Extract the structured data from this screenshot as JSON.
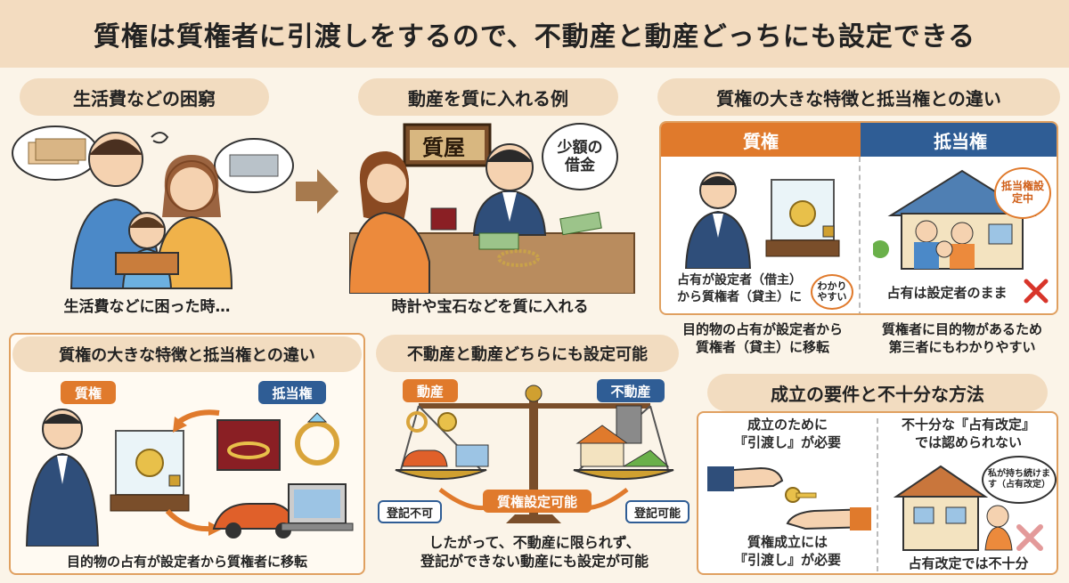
{
  "title": "質権は質権者に引渡しをするので、不動産と動産どっちにも設定できる",
  "panel1": {
    "heading": "生活費などの困窮",
    "caption": "生活費などに困った時…"
  },
  "panel2": {
    "heading": "動産を質に入れる例",
    "shop_sign": "質屋",
    "bubble": "少額の借金",
    "caption": "時計や宝石などを質に入れる"
  },
  "panel3": {
    "heading": "質権の大きな特徴と抵当権との違い",
    "left_header": "質権",
    "right_header": "抵当権",
    "left_note_1": "占有が設定者（借主）",
    "left_note_2": "から質権者（貸主）に",
    "easy_badge": "わかりやすい",
    "house_badge": "抵当権設定中",
    "right_note": "占有は設定者のまま",
    "bottom_left_1": "目的物の占有が設定者から",
    "bottom_left_2": "質権者（貸主）に移転",
    "bottom_right_1": "質権者に目的物があるため",
    "bottom_right_2": "第三者にもわかりやすい"
  },
  "panel4": {
    "heading": "質権の大きな特徴と抵当権との違い",
    "tag_left": "質権",
    "tag_right": "抵当権",
    "caption": "目的物の占有が設定者から質権者に移転"
  },
  "panel5": {
    "heading": "不動産と動産どちらにも設定可能",
    "tag_left": "動産",
    "tag_right": "不動産",
    "center_badge": "質権設定可能",
    "left_badge": "登記不可",
    "right_badge": "登記可能",
    "caption_1": "したがって、不動産に限られず、",
    "caption_2": "登記ができない動産にも設定が可能"
  },
  "panel6": {
    "heading": "成立の要件と不十分な方法",
    "left_top_1": "成立のために",
    "left_top_2": "『引渡し』が必要",
    "right_top_1": "不十分な『占有改定』",
    "right_top_2": "では認められない",
    "bubble": "私が持ち続けます（占有改定）",
    "left_bottom_1": "質権成立には",
    "left_bottom_2": "『引渡し』が必要",
    "right_bottom": "占有改定では不十分"
  },
  "colors": {
    "orange": "#e07a2c",
    "blue": "#2f5d95",
    "cream": "#f2dcc0",
    "background": "#fbf4e8"
  }
}
